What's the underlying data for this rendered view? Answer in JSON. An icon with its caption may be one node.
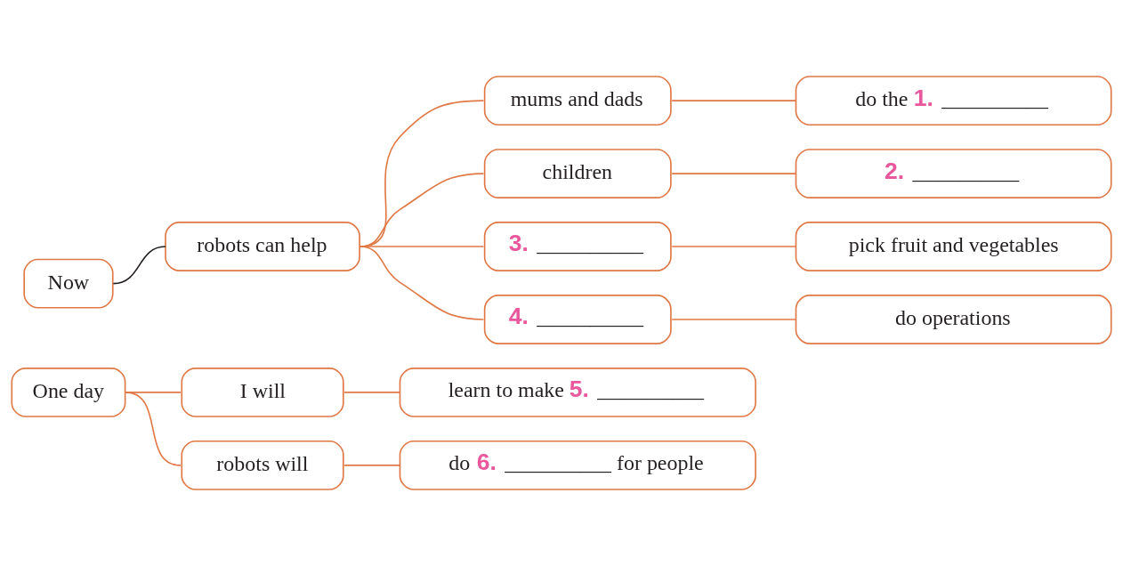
{
  "diagram": {
    "nodes": [
      {
        "text": [
          "Now"
        ]
      },
      {
        "text": [
          "robots can help"
        ]
      },
      {
        "text": [
          "mums and dads"
        ]
      },
      {
        "text": [
          "do the 1. __________"
        ]
      },
      {
        "text": [
          "children"
        ]
      },
      {
        "text": [
          "2. __________"
        ]
      },
      {
        "text": [
          "3. __________"
        ]
      },
      {
        "text": [
          "pick fruit and vegetables"
        ]
      },
      {
        "text": [
          "4. __________"
        ]
      },
      {
        "text": [
          "do operations"
        ]
      },
      {
        "text": [
          "One day"
        ]
      },
      {
        "text": [
          "I will"
        ]
      },
      {
        "text": [
          "learn to make 5. __________"
        ]
      },
      {
        "text": [
          "robots will"
        ]
      },
      {
        "text": [
          "do 6. __________ for people"
        ]
      }
    ],
    "edges": [
      {
        "from": 0,
        "to": 1,
        "arrow": "none",
        "color": "#231f20"
      },
      {
        "from": 1,
        "to": 2,
        "arrow": "none"
      },
      {
        "from": 1,
        "to": 4,
        "arrow": "none"
      },
      {
        "from": 1,
        "to": 6,
        "arrow": "none"
      },
      {
        "from": 1,
        "to": 8,
        "arrow": "none"
      },
      {
        "from": 2,
        "to": 3,
        "arrow": "none"
      },
      {
        "from": 4,
        "to": 5,
        "arrow": "none"
      },
      {
        "from": 6,
        "to": 7,
        "arrow": "none"
      },
      {
        "from": 8,
        "to": 9,
        "arrow": "none"
      },
      {
        "from": 10,
        "to": 11,
        "arrow": "none"
      },
      {
        "from": 10,
        "to": 13,
        "arrow": "none"
      },
      {
        "from": 11,
        "to": 12,
        "arrow": "none"
      },
      {
        "from": 13,
        "to": 14,
        "arrow": "none"
      }
    ]
  }
}
